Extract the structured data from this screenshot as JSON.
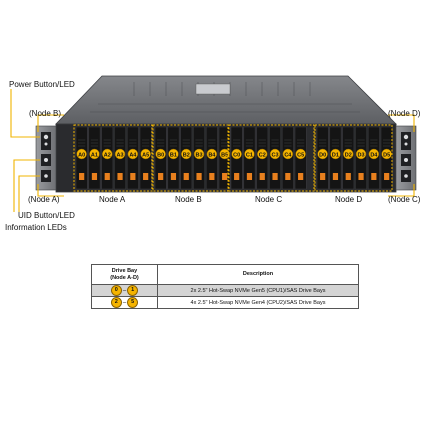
{
  "callouts": {
    "power": "Power Button/LED",
    "uid": "UID Button/LED",
    "info": "Information  LEDs"
  },
  "nodes": {
    "b": "(Node B)",
    "a_side": "(Node A)",
    "d": "(Node D)",
    "c_side": "(Node C)",
    "a": "Node A",
    "b_bottom": "Node B",
    "c": "Node C",
    "d_bottom": "Node D"
  },
  "drive_groups": [
    {
      "labels": [
        "A0",
        "A1",
        "A2",
        "A3",
        "A4",
        "A5"
      ]
    },
    {
      "labels": [
        "B0",
        "B1",
        "B2",
        "B3",
        "B4",
        "B5"
      ]
    },
    {
      "labels": [
        "C0",
        "C1",
        "C2",
        "C3",
        "C4",
        "C5"
      ]
    },
    {
      "labels": [
        "D0",
        "D1",
        "D2",
        "D3",
        "D4",
        "D5"
      ]
    }
  ],
  "table": {
    "header_bay": "Drive Bay",
    "header_bay_sub": "(Node A-D)",
    "header_desc": "Description",
    "rows": [
      {
        "from": "0",
        "to": "1",
        "desc": "2x 2.5\" Hot-Swap NVMe Gen5 (CPU1)/SAS Drive Bays"
      },
      {
        "from": "2",
        "to": "5",
        "desc": "4x 2.5\" Hot-Swap NVMe Gen4 (CPU2)/SAS Drive Bays"
      }
    ]
  },
  "colors": {
    "badge": "#f5b400",
    "chassis": "#6b6d71",
    "bay": "#141414",
    "callout_line": "#f0b400"
  }
}
